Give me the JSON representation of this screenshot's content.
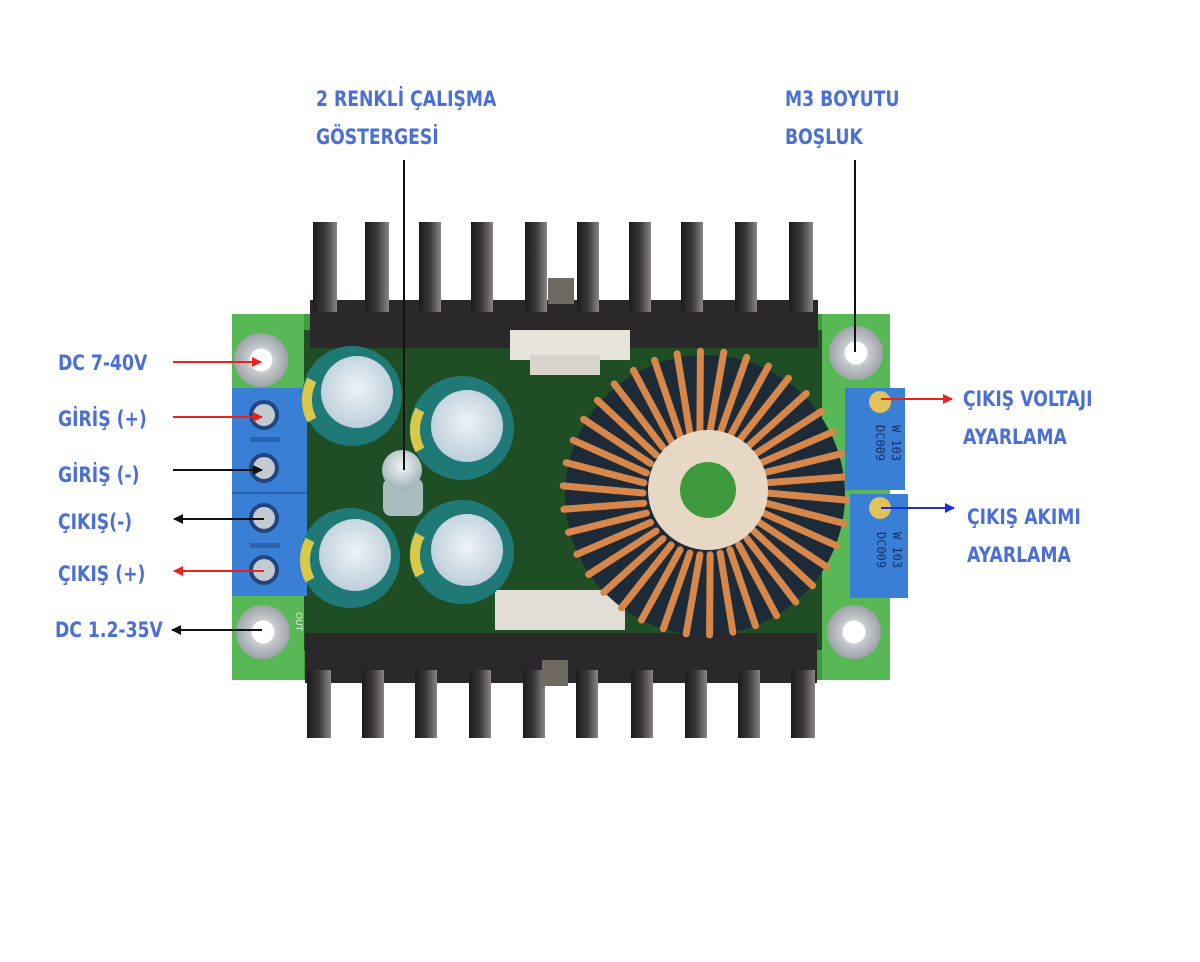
{
  "colors": {
    "label": "#4a6fd8",
    "arrow_red": "#e8221c",
    "arrow_black": "#111111",
    "arrow_blue": "#1b2ee0",
    "pcb": "#3e9a3c",
    "heatsink": "#2a2828",
    "terminal": "#3a7fd6",
    "capacitor": "#1f7a77",
    "copper": "#d7874a"
  },
  "labels": {
    "led_indicator": [
      "2 RENKLİ ÇALIŞMA",
      "GÖSTERGESİ"
    ],
    "mount_hole": [
      "M3 BOYUTU",
      "BOŞLUK"
    ],
    "input_range": "DC 7-40V",
    "input_plus": "GİRİŞ (+)",
    "input_minus": "GİRİŞ (-)",
    "output_minus": "ÇIKIŞ(-)",
    "output_plus": "ÇIKIŞ (+)",
    "output_range": "DC 1.2-35V",
    "voltage_adjust": [
      "ÇIKIŞ VOLTAJI",
      "AYARLAMA"
    ],
    "current_adjust": [
      "ÇIKIŞ AKIMI",
      "AYARLAMA"
    ]
  },
  "components": {
    "trimpot_marking": [
      "W 103",
      "DC009"
    ],
    "silkscreen_out": "OUT"
  },
  "icons": {
    "arrow_right": "arrow-right-icon",
    "arrow_left": "arrow-left-icon"
  }
}
